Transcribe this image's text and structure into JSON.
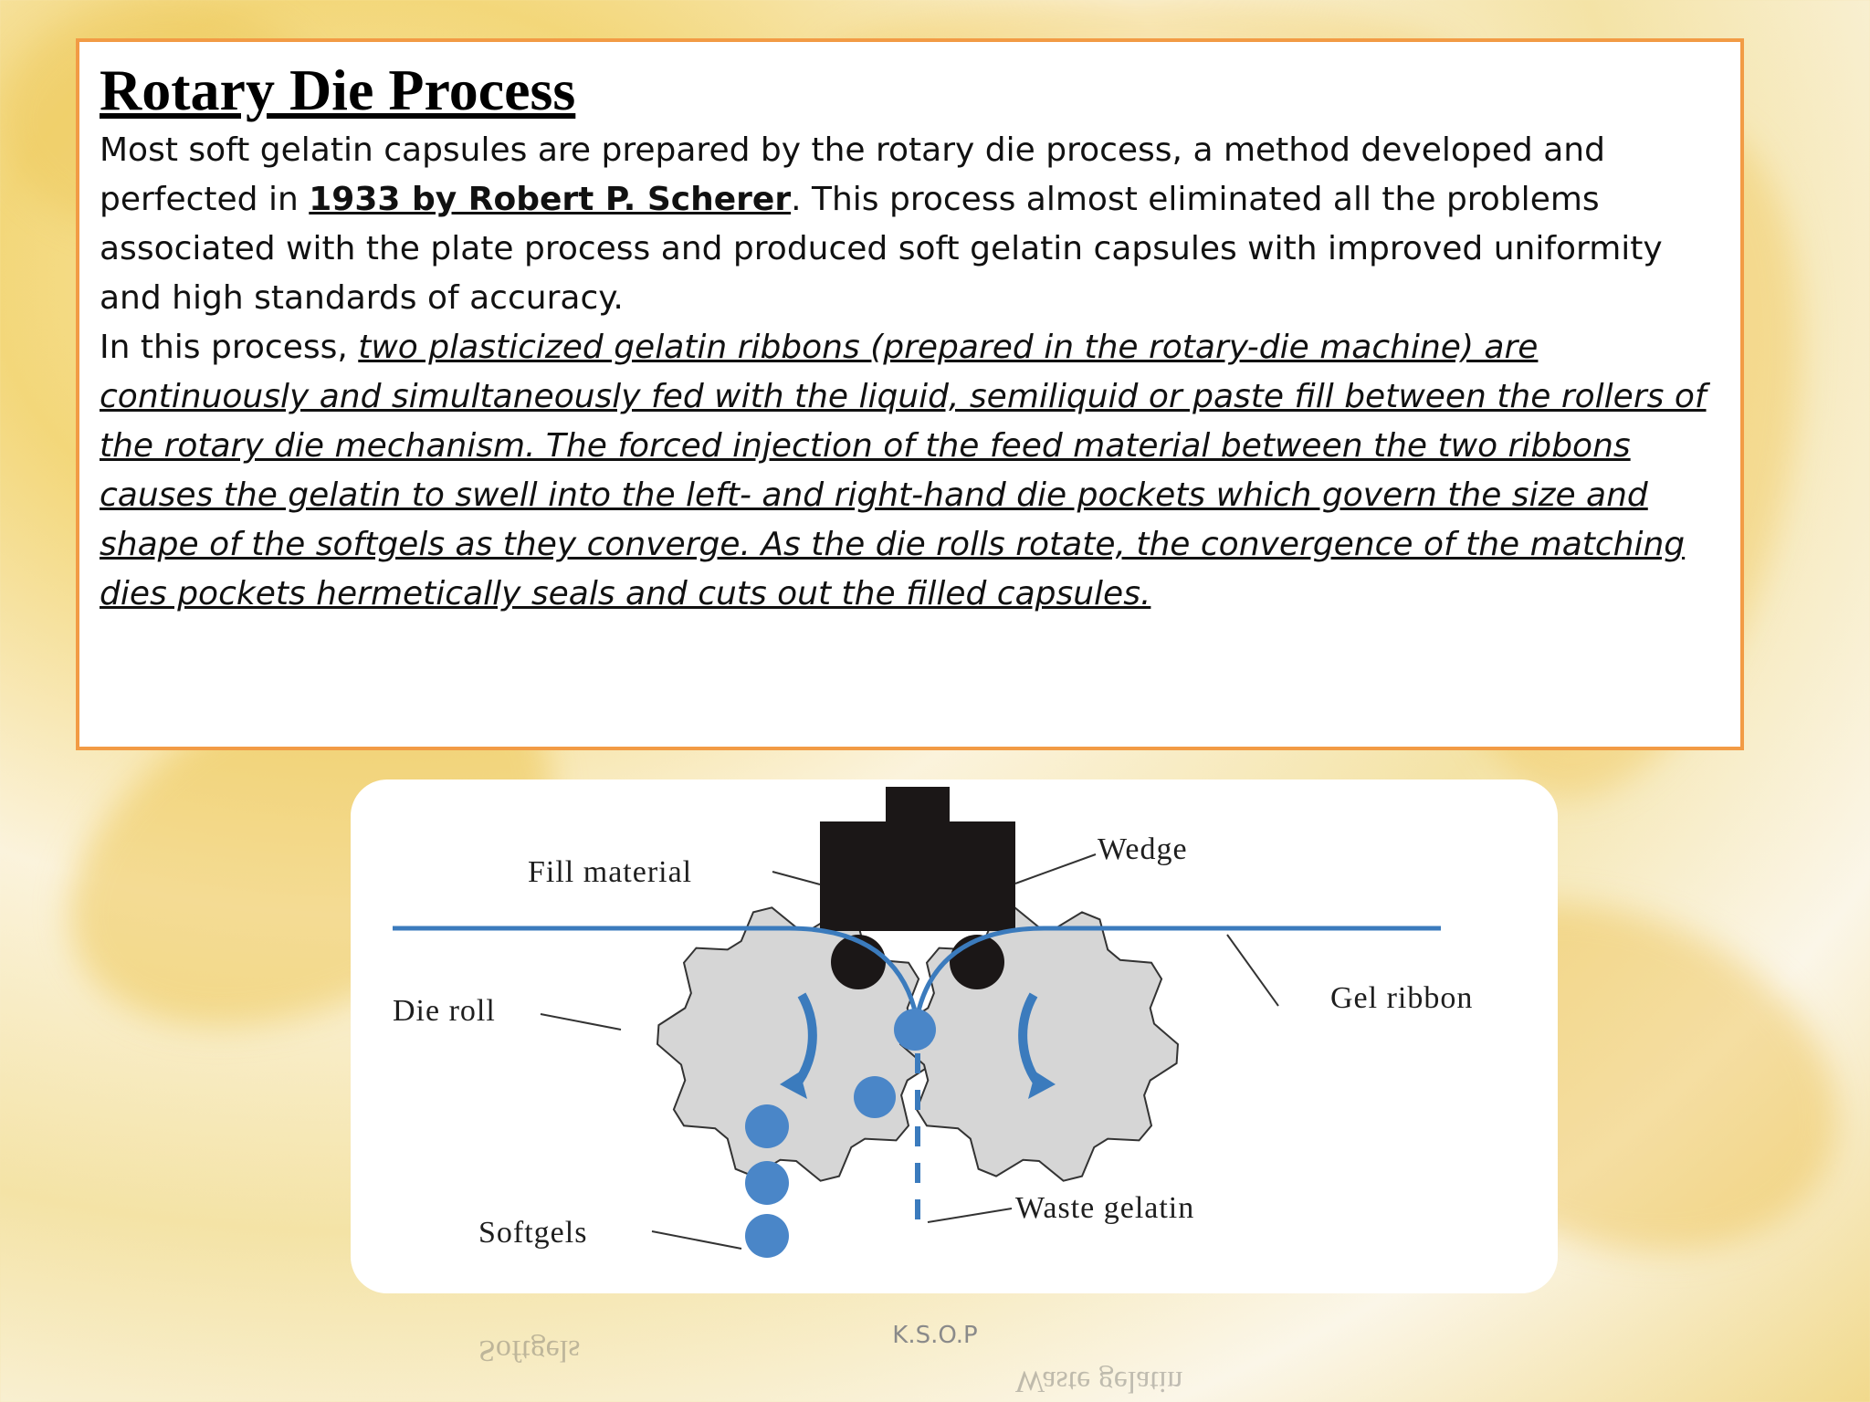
{
  "slide": {
    "title": "Rotary Die Process",
    "p1_pre": "Most soft gelatin capsules are prepared by the rotary die process, a method developed and perfected in ",
    "p1_bold": "1933 by Robert P. Scherer",
    "p1_post": ". This process almost eliminated all the problems associated with the plate process and produced soft gelatin capsules with improved uniformity and high standards of accuracy.",
    "p2_pre": "In this process, ",
    "p2_italic": "two plasticized gelatin ribbons (prepared in the rotary-die machine) are continuously and simultaneously fed with the liquid, semiliquid or paste fill between the rollers of the rotary die mechanism. The forced injection of the feed material between the two ribbons causes the gelatin to swell into the left- and right-hand die pockets which govern the size and shape of the softgels as they converge. As the die rolls rotate, the convergence of the matching dies pockets hermetically seals and cuts out the filled capsules.",
    "footer": "K.S.O.P"
  },
  "diagram": {
    "labels": {
      "fill_material": "Fill material",
      "wedge": "Wedge",
      "die_roll": "Die roll",
      "gel_ribbon": "Gel ribbon",
      "waste_gelatin": "Waste gelatin",
      "softgels": "Softgels"
    },
    "colors": {
      "ribbon": "#3b7bbd",
      "softgel": "#4a86c8",
      "die_roll": "#d6d6d6",
      "wedge": "#1b1717",
      "frame_border": "#f29b45"
    }
  }
}
